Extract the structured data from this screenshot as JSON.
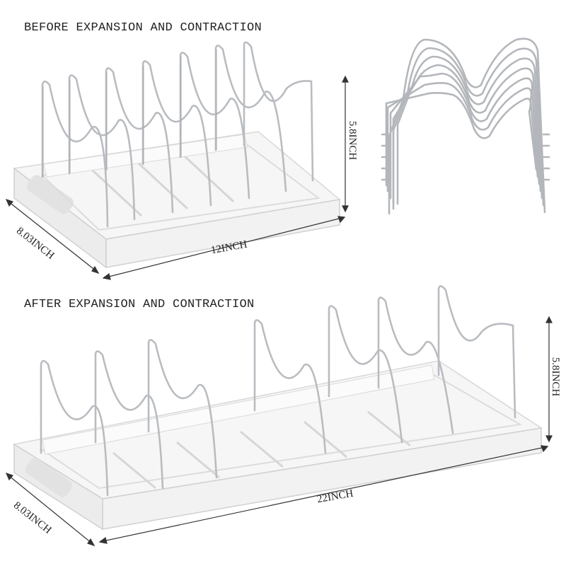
{
  "labels": {
    "before": "BEFORE EXPANSION AND CONTRACTION",
    "after": "AFTER EXPANSION AND CONTRACTION"
  },
  "dimensions": {
    "before_height": "5.8INCH",
    "before_width": "12INCH",
    "before_depth": "8.03INCH",
    "after_height": "5.8INCH",
    "after_width": "22INCH",
    "after_depth": "8.03INCH"
  },
  "colors": {
    "wire": "#b9bcc0",
    "wire_dark": "#8e9196",
    "tray": "#f4f4f4",
    "tray_shadow": "#dcdcdc",
    "line": "#333333"
  }
}
